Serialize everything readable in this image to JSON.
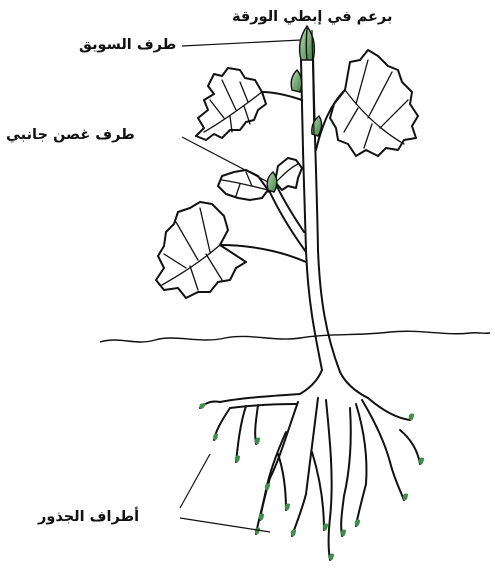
{
  "labels": {
    "axillary_bud": "برعم في إبطي الورقة",
    "stem_tip": "طرف السويق",
    "side_branch_tip": "طرف غصن جانبي",
    "root_tips": "أطراف الجذور"
  },
  "colors": {
    "bud_fill": "#5b9a5e",
    "bud_highlight": "#b9dcb3",
    "root_tip": "#3f8f4a",
    "ink": "#111111",
    "background": "#ffffff"
  }
}
